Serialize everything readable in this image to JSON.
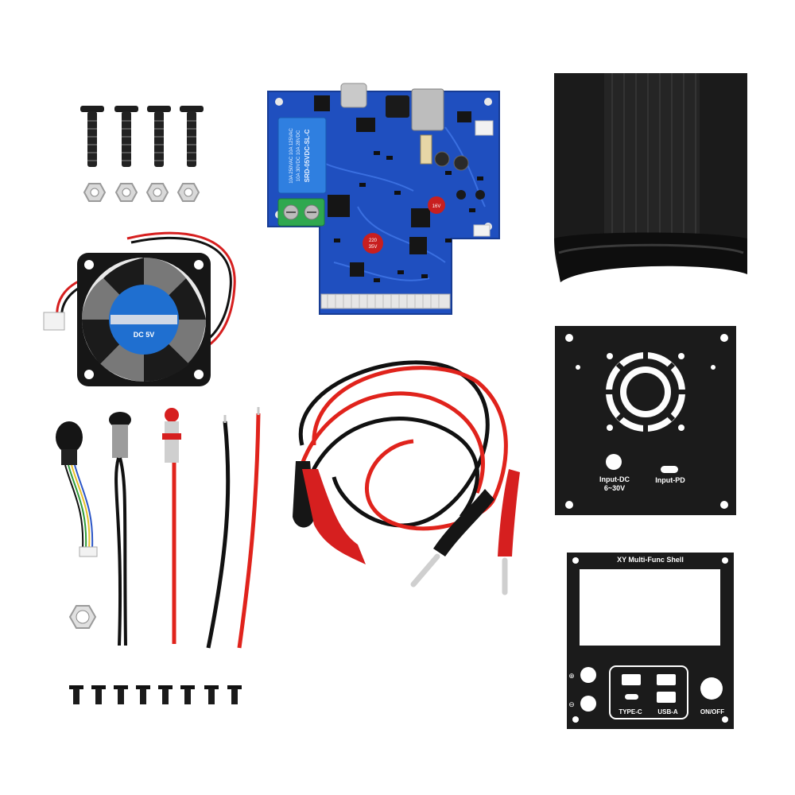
{
  "fan": {
    "label": "DC 5V"
  },
  "relay": {
    "line1": "10A 250VAC  10A 125VAC",
    "line2": "10A 30VDC  10A 28VDC",
    "model": "SRD-05VDC-SL-C"
  },
  "capacitors": {
    "cap1": "16V",
    "cap2": "220\n35V",
    "cap2_top": "220",
    "cap2_bottom": "35V"
  },
  "rear_panel": {
    "input_dc_label": "Input-DC",
    "input_dc_range": "6~30V",
    "input_pd_label": "Input-PD"
  },
  "front_panel": {
    "title": "XY Multi-Func Shell",
    "plus_symbol": "⊕",
    "minus_symbol": "⊖",
    "typec_label": "TYPE-C",
    "usba_label": "USB-A",
    "onoff_label": "ON/OFF"
  },
  "colors": {
    "pcb_blue": "#1f4fbf",
    "anodized_black": "#1b1b1b",
    "wire_red": "#e0231c",
    "wire_black": "#111111",
    "terminal_green": "#2fa84f",
    "fan_sticker_blue": "#1f6fd0"
  }
}
